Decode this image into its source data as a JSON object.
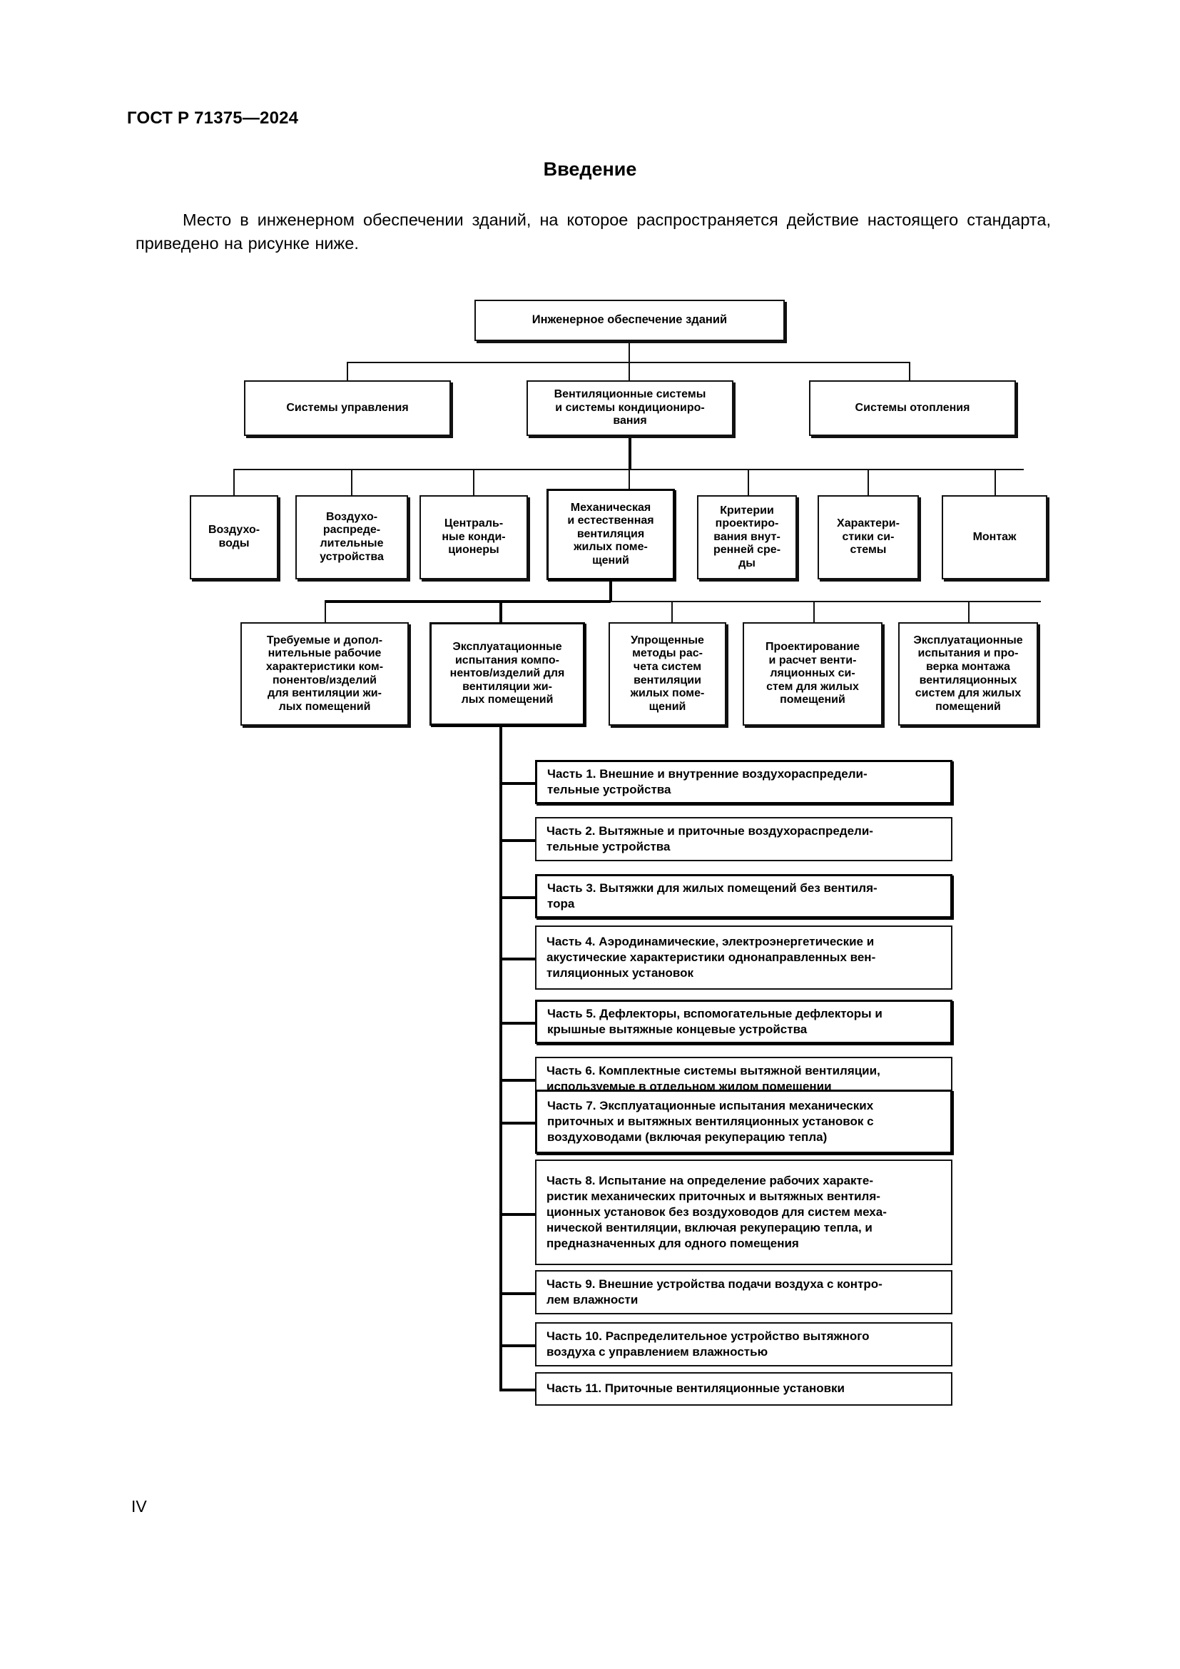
{
  "document": {
    "header": "ГОСТ Р 71375—2024",
    "section_title": "Введение",
    "intro_paragraph": "Место в инженерном обеспечении зданий, на которое распространяется действие настоящего стандарта, приведено на рисунке ниже.",
    "page_number": "IV"
  },
  "diagram": {
    "root": {
      "label": "Инженерное обеспечение зданий"
    },
    "level1": [
      {
        "label": "Системы управления"
      },
      {
        "label": "Вентиляционные системы\nи системы кондициониро-\nвания"
      },
      {
        "label": "Системы отопления"
      }
    ],
    "level2": [
      {
        "label": "Воздухо-\nводы"
      },
      {
        "label": "Воздухо-\nраспреде-\nлительные\nустройства"
      },
      {
        "label": "Централь-\nные конди-\nционеры"
      },
      {
        "label": "Механическая\nи естественная\nвентиляция\nжилых поме-\nщений"
      },
      {
        "label": "Критерии\nпроектиро-\nвания внут-\nренней сре-\nды"
      },
      {
        "label": "Характери-\nстики си-\nстемы"
      },
      {
        "label": "Монтаж"
      }
    ],
    "level3": [
      {
        "label": "Требуемые и допол-\nнительные рабочие\nхарактеристики ком-\nпонентов/изделий\nдля вентиляции жи-\nлых помещений"
      },
      {
        "label": "Эксплуатационные\nиспытания компо-\nнентов/изделий для\nвентиляции жи-\nлых помещений"
      },
      {
        "label": "Упрощенные\nметоды рас-\nчета систем\nвентиляции\nжилых поме-\nщений"
      },
      {
        "label": "Проектирование\nи расчет венти-\nляционных си-\nстем для жилых\nпомещений"
      },
      {
        "label": "Эксплуатационные\nиспытания и про-\nверка монтажа\nвентиляционных\nсистем для жилых\nпомещений"
      }
    ],
    "parts": [
      {
        "label": "Часть 1. Внешние и внутренние воздухораспредели-\nтельные устройства"
      },
      {
        "label": "Часть 2. Вытяжные и приточные воздухораспредели-\nтельные устройства"
      },
      {
        "label": "Часть 3. Вытяжки для жилых помещений без вентиля-\nтора"
      },
      {
        "label": "Часть 4. Аэродинамические, электроэнергетические и\nакустические характеристики однонаправленных вен-\nтиляционных установок"
      },
      {
        "label": "Часть 5. Дефлекторы, вспомогательные дефлекторы и\nкрышные вытяжные концевые устройства"
      },
      {
        "label": "Часть 6. Комплектные системы вытяжной вентиляции,\nиспользуемые в отдельном жилом помещении"
      },
      {
        "label": "Часть 7. Эксплуатационные испытания механических\nприточных и вытяжных вентиляционных установок с\nвоздуховодами (включая рекуперацию тепла)"
      },
      {
        "label": "Часть 8.  Испытание на определение рабочих характе-\nристик механических приточных и вытяжных вентиля-\nционных установок без воздуховодов для систем меха-\nнической вентиляции,  включая рекуперацию тепла, и\nпредназначенных для одного помещения"
      },
      {
        "label": "Часть 9. Внешние устройства подачи воздуха с контро-\nлем влажности"
      },
      {
        "label": "Часть 10. Распределительное устройство вытяжного\nвоздуха с управлением влажностью"
      },
      {
        "label": "Часть 11. Приточные вентиляционные установки"
      }
    ]
  }
}
